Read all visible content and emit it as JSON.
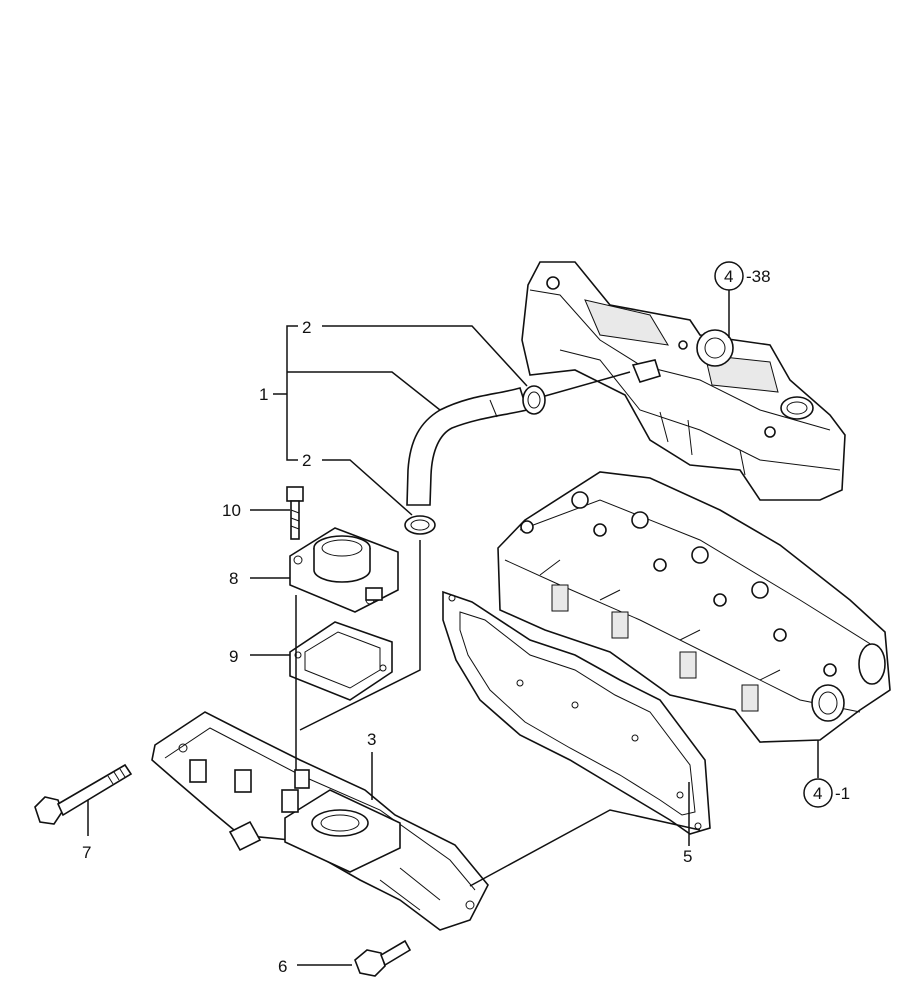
{
  "callouts": {
    "c1": "1",
    "c2a": "2",
    "c2b": "2",
    "c3": "3",
    "c5": "5",
    "c6": "6",
    "c7": "7",
    "c8": "8",
    "c9": "9",
    "c10": "10"
  },
  "references": {
    "cover": {
      "circle": "4",
      "suffix": "-38"
    },
    "head": {
      "circle": "4",
      "suffix": "-1"
    }
  }
}
